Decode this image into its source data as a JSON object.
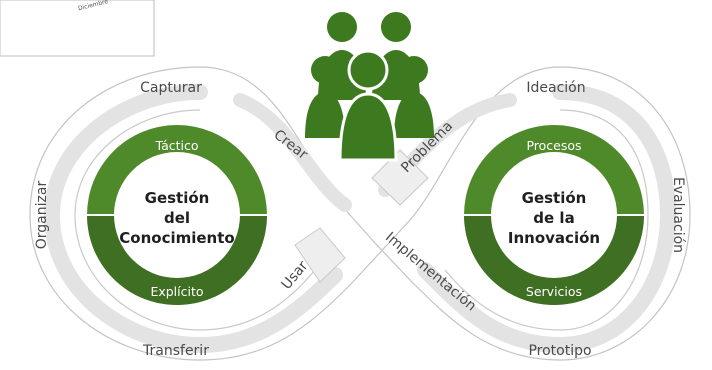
{
  "corner_note": "Diciembre",
  "left_loop": {
    "center": [
      "Gestión",
      "del",
      "Conocimiento"
    ],
    "ring_top": "Táctico",
    "ring_bottom": "Explícito",
    "outer_top": "Capturar",
    "outer_left": "Organizar",
    "outer_bottom": "Transferir",
    "inner_top": "Crear",
    "inner_bottom": "Usar"
  },
  "right_loop": {
    "center": [
      "Gestión",
      "de la",
      "Innovación"
    ],
    "ring_top": "Procesos",
    "ring_bottom": "Servicios",
    "outer_top": "Ideación",
    "outer_right": "Evaluación",
    "outer_bottom": "Prototipo",
    "inner_top": "Problema",
    "inner_bottom": "Implementación"
  },
  "colors": {
    "ring_dark": "#3f6f22",
    "ring_light": "#4e8a2a",
    "people": "#3d7a1f",
    "track": "#e2e2e2",
    "outline": "#b9b9b9"
  },
  "icons": {
    "people": "people-group-icon"
  }
}
